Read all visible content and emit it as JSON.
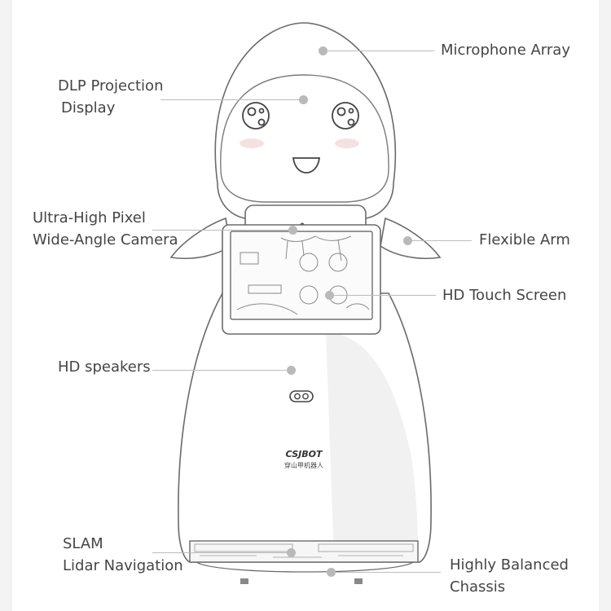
{
  "diagram": {
    "labels": {
      "microphone_array": "Microphone Array",
      "dlp_line1": "DLP Projection",
      "dlp_line2": "Display",
      "camera_line1": "Ultra-High Pixel",
      "camera_line2": "Wide-Angle Camera",
      "flexible_arm": "Flexible Arm",
      "touch_screen": "HD Touch Screen",
      "speakers": "HD speakers",
      "slam_line1": "SLAM",
      "slam_line2": "Lidar Navigation",
      "chassis_line1": "Highly Balanced",
      "chassis_line2": "Chassis"
    },
    "robot": {
      "model": "CSJBOT",
      "brand_cn": "穿山甲机器人"
    },
    "colors": {
      "label_text": "#454545",
      "leader_line": "#bcbcbc",
      "pointer_dot": "#b9b9b9",
      "outline": "#6a6a6a"
    }
  }
}
